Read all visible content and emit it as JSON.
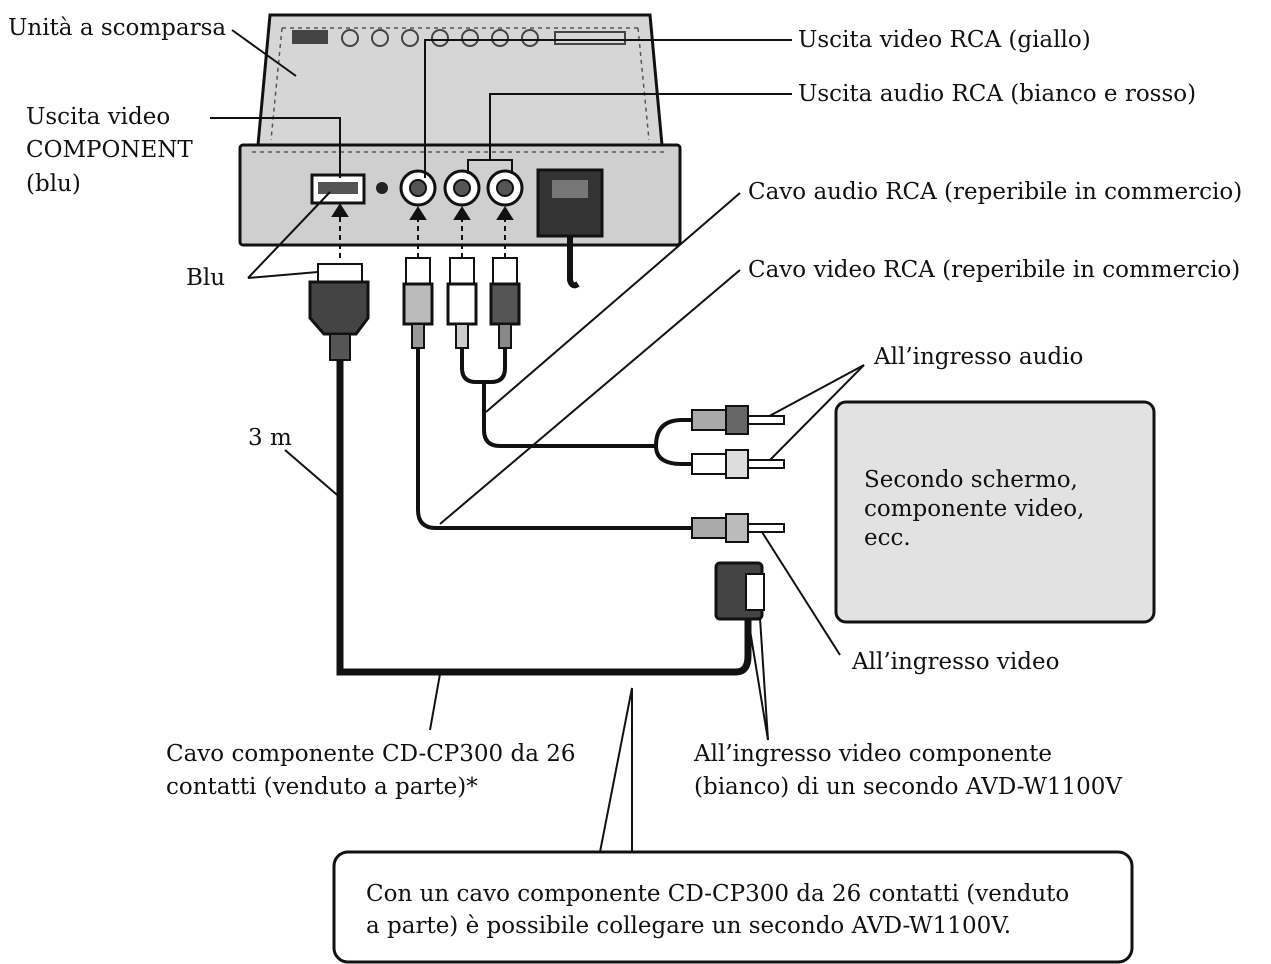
{
  "labels": {
    "hidden_unit": "Unità a scomparsa",
    "component_out_line1": "Uscita video",
    "component_out_line2": "COMPONENT",
    "component_out_line3": "(blu)",
    "blue": "Blu",
    "rca_video_out": "Uscita video RCA (giallo)",
    "rca_audio_out": "Uscita audio RCA (bianco e rosso)",
    "rca_audio_cable": "Cavo audio RCA (reperibile in commercio)",
    "rca_video_cable": "Cavo video RCA (reperibile in commercio)",
    "to_audio_in": "All’ingresso audio",
    "to_video_in": "All’ingresso video",
    "length": "3 m",
    "component_cable_line1": "Cavo componente CD-CP300 da 26",
    "component_cable_line2": "contatti (venduto a parte)*",
    "component_in_line1": "All’ingresso video componente",
    "component_in_line2": "(bianco) di un secondo AVD-W1100V"
  },
  "second_display": {
    "text": "Secondo schermo,\ncomponente video,\necc."
  },
  "note": {
    "line1": "Con un cavo componente CD-CP300 da 26 contatti (venduto",
    "line2": "a parte) è possibile collegare un secondo AVD-W1100V."
  },
  "colors": {
    "line": "#111111",
    "unit_fill": "#d6d6d6",
    "screen_fill": "#e2e2e2",
    "white": "#ffffff"
  }
}
